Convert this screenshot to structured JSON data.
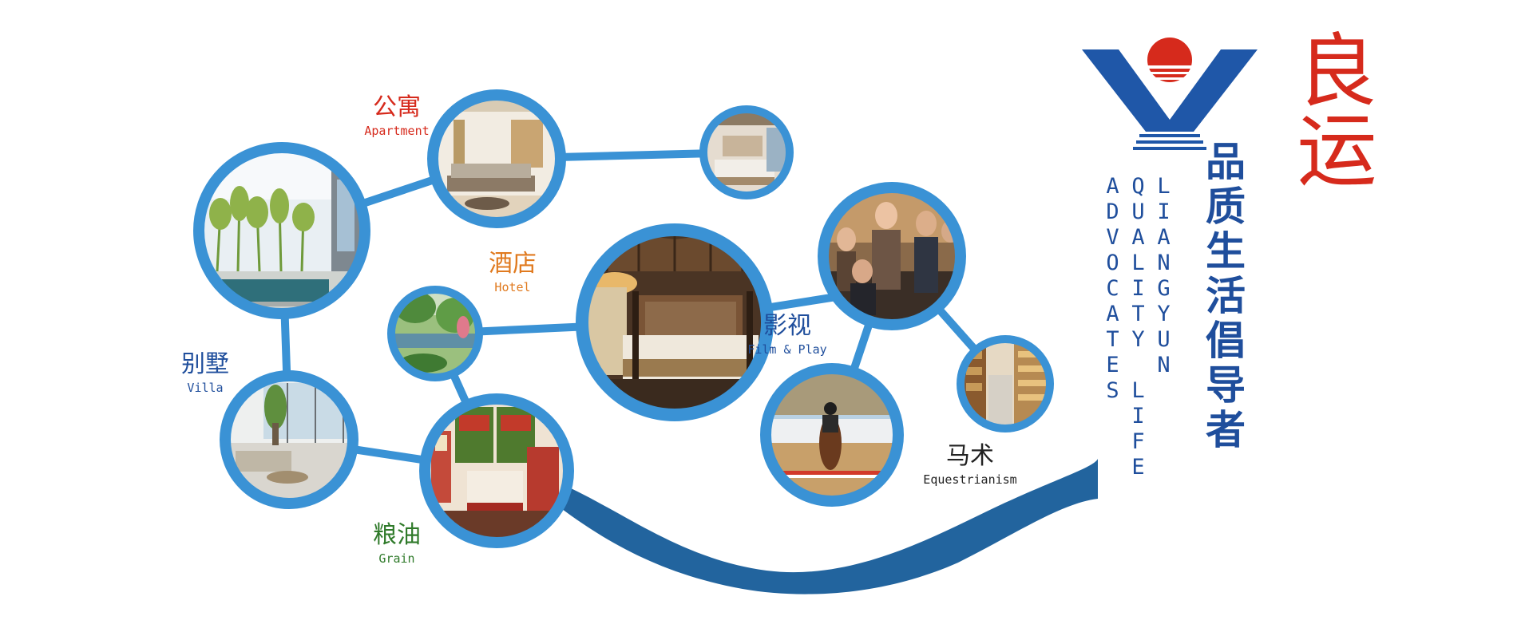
{
  "colors": {
    "ring_blue": "#3a92d5",
    "wave_blue": "#22649e",
    "logo_blue": "#1f57a8",
    "logo_red": "#d62a1c",
    "brand_red": "#d62a1c",
    "slogan_blue": "#1f4e9c"
  },
  "brand": {
    "name": "良运",
    "slogan": "品质生活倡导者",
    "english_lines": [
      "LIANGYUN",
      "QUALITY LIFE",
      "ADVOCATES"
    ]
  },
  "categories": {
    "apartment": {
      "cn": "公寓",
      "en": "Apartment"
    },
    "hotel": {
      "cn": "酒店",
      "en": "Hotel"
    },
    "villa": {
      "cn": "别墅",
      "en": "Villa"
    },
    "grain": {
      "cn": "粮油",
      "en": "Grain"
    },
    "film": {
      "cn": "影视",
      "en": "Film & Play"
    },
    "equestrian": {
      "cn": "马术",
      "en": "Equestrianism"
    }
  },
  "photos": {
    "villa_courtyard": "villa-courtyard-photo",
    "villa_living": "villa-living-room-photo",
    "apartment_living": "apartment-living-room-photo",
    "apartment_bedroom": "apartment-bedroom-photo",
    "hotel_garden": "hotel-garden-photo",
    "hotel_suite": "hotel-suite-photo",
    "grain_products": "grain-oil-products-photo",
    "film_cast": "film-cast-photo",
    "equestrian_jump": "equestrian-jump-photo",
    "store_shelves": "store-shelves-photo"
  }
}
